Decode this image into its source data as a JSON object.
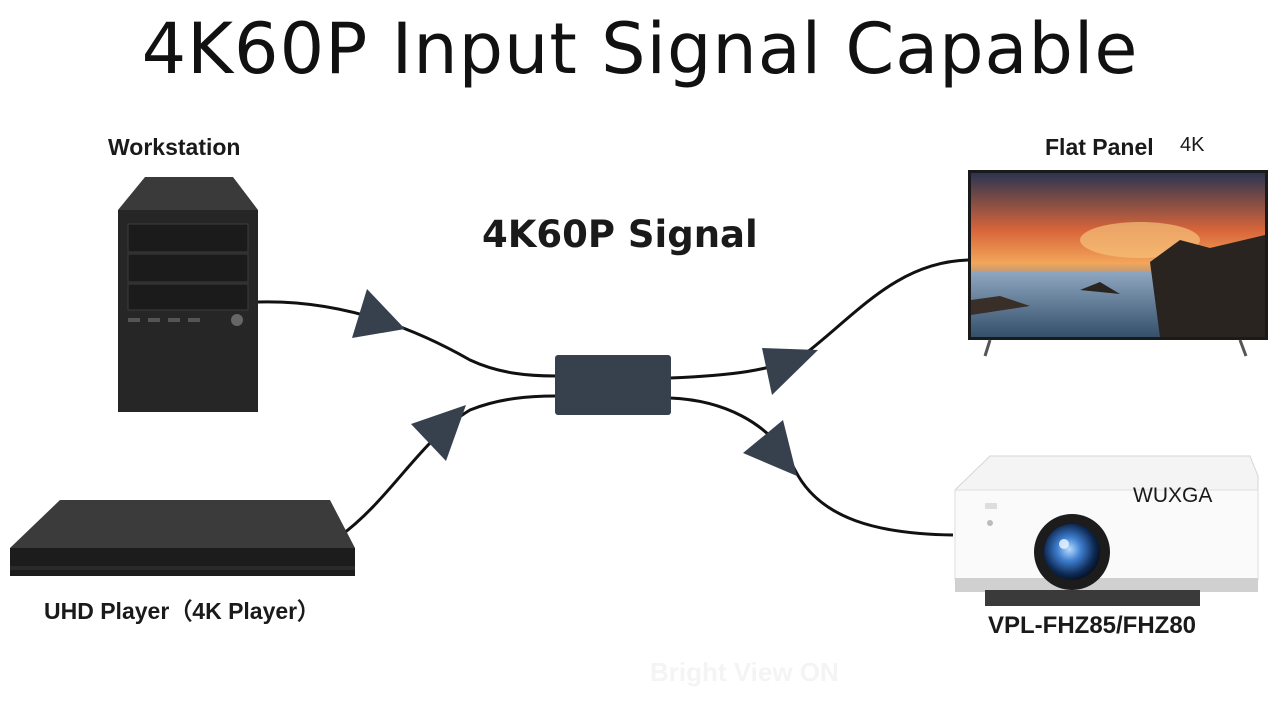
{
  "title": "4K60P Input Signal Capable",
  "signal_label": "4K60P Signal",
  "sources": {
    "workstation": "Workstation",
    "uhd_player": "UHD Player（4K Player）"
  },
  "outputs": {
    "flat_panel": "Flat Panel",
    "flat_panel_res": "4K",
    "projector_res": "WUXGA",
    "projector_model": "VPL-FHZ85/FHZ80"
  },
  "watermark": "Bright View ON",
  "colors": {
    "splitter": "#37414d",
    "arrow": "#37414d",
    "cable": "#111111",
    "device_dark": "#2b2b2b"
  }
}
